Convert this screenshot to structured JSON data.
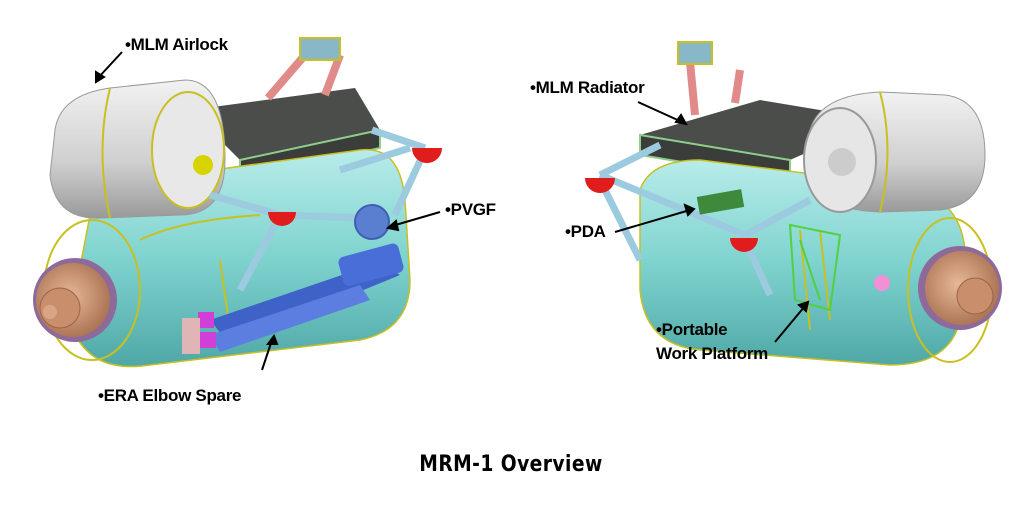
{
  "title": "MRM-1 Overview",
  "labels": {
    "mlm_airlock": "•MLM Airlock",
    "pvgf": "•PVGF",
    "era_elbow_spare": "•ERA Elbow Spare",
    "mlm_radiator": "•MLM Radiator",
    "pda": "•PDA",
    "portable_line1": "•Portable",
    "portable_line2": "Work Platform"
  },
  "colors": {
    "module_body": "#7fd3cf",
    "airlock": "#d6d6d6",
    "radiator": "#4a4d4a",
    "docking": "#c8906c",
    "handrail": "#c8c020",
    "era_arm": "#3e62c8",
    "struts": "#9ccadf",
    "joints": "#e01c1c"
  }
}
